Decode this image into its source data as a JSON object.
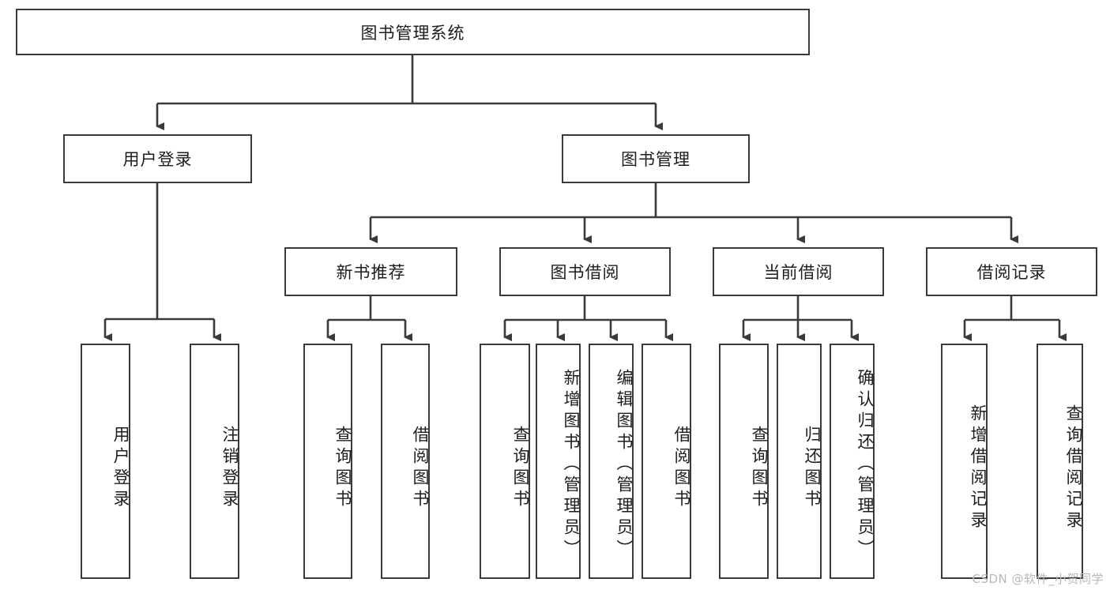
{
  "diagram": {
    "title": "图书管理系统",
    "watermark": "CSDN @软件_小贺同学",
    "colors": {
      "stroke": "#3a3a3a",
      "fill": "#ffffff",
      "text": "#1d1d1d",
      "watermark": "#b9b9b9"
    },
    "nodes": {
      "root": "图书管理系统",
      "user_login": "用户登录",
      "book_manage": "图书管理",
      "new_book_rec": "新书推荐",
      "book_borrow": "图书借阅",
      "current_borrow": "当前借阅",
      "borrow_record": "借阅记录",
      "leaf_user_login": "用户登录",
      "leaf_logout_login": "注销登录",
      "leaf_query_book_1": "查询图书",
      "leaf_borrow_book_1": "借阅图书",
      "leaf_query_book_2": "查询图书",
      "leaf_add_book_admin": "新增图书（管理员）",
      "leaf_edit_book_admin": "编辑图书（管理员）",
      "leaf_borrow_book_2": "借阅图书",
      "leaf_query_book_3": "查询图书",
      "leaf_return_book": "归还图书",
      "leaf_confirm_return_admin": "确认归还（管理员）",
      "leaf_add_borrow_record": "新增借阅记录",
      "leaf_query_borrow_record": "查询借阅记录"
    }
  }
}
